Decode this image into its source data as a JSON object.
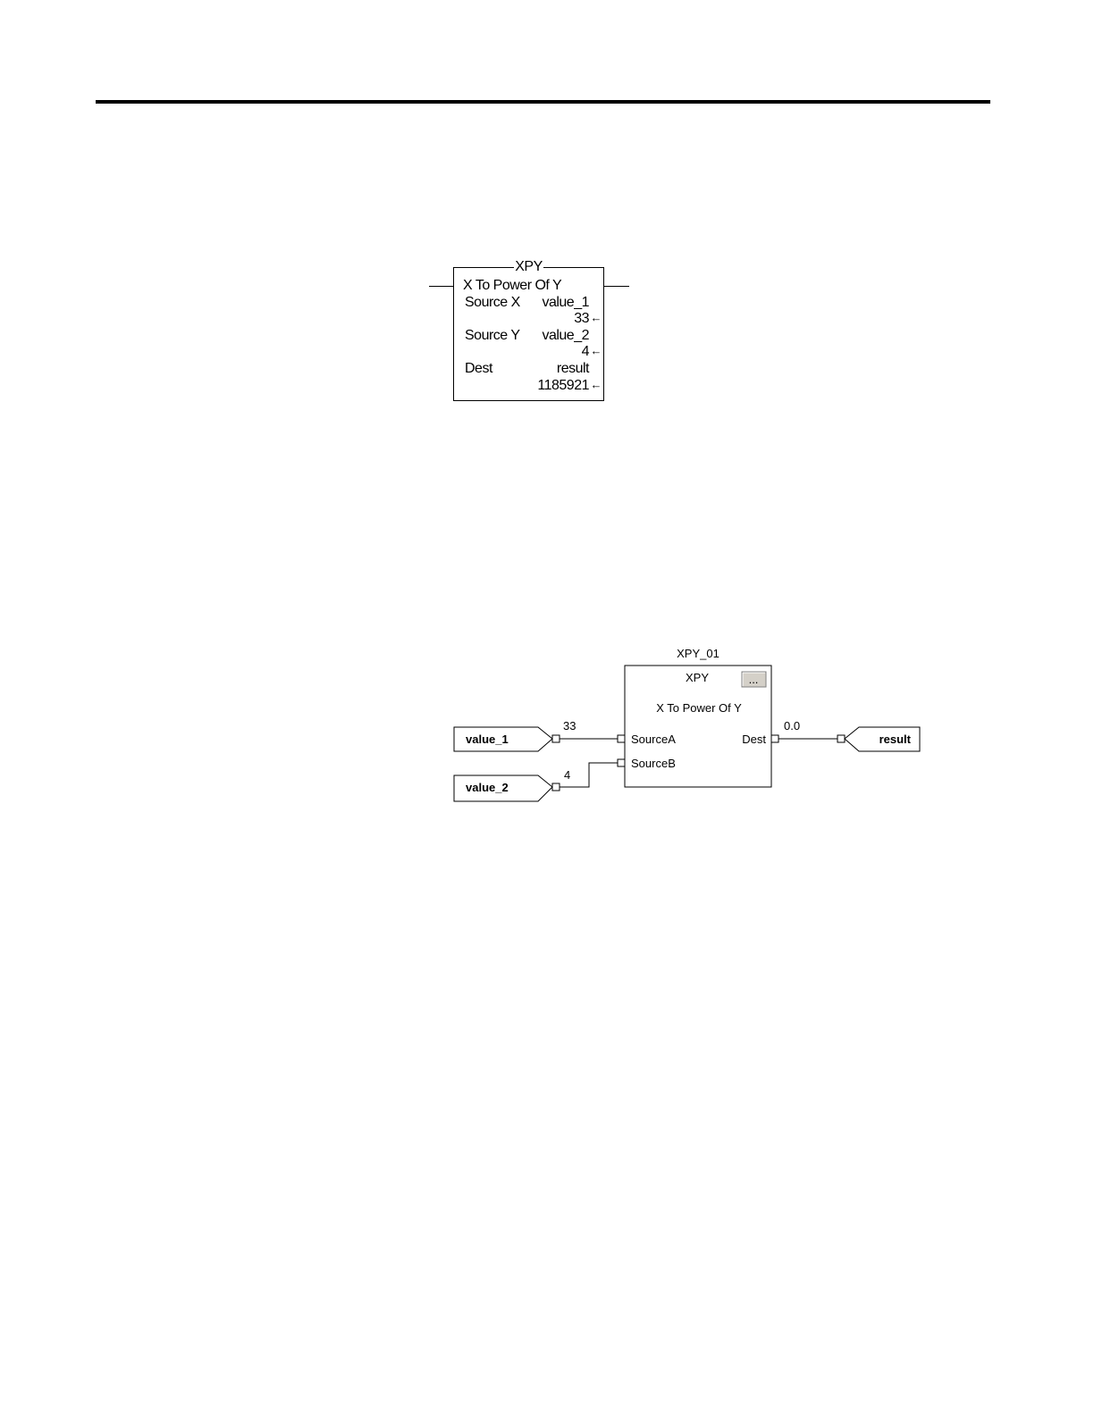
{
  "ladder": {
    "instruction": "XPY",
    "description": "X To Power Of Y",
    "rows": [
      {
        "label": "Source X",
        "tag": "value_1",
        "value": "33"
      },
      {
        "label": "Source Y",
        "tag": "value_2",
        "value": "4"
      },
      {
        "label": "Dest",
        "tag": "result",
        "value": "1185921"
      }
    ]
  },
  "fbd": {
    "block_name": "XPY_01",
    "instruction": "XPY",
    "description": "X To Power Of Y",
    "properties_button": "...",
    "inputs": [
      {
        "pin": "SourceA",
        "tag": "value_1",
        "value": "33"
      },
      {
        "pin": "SourceB",
        "tag": "value_2",
        "value": "4"
      }
    ],
    "output": {
      "pin": "Dest",
      "tag": "result",
      "value": "0.0"
    }
  }
}
